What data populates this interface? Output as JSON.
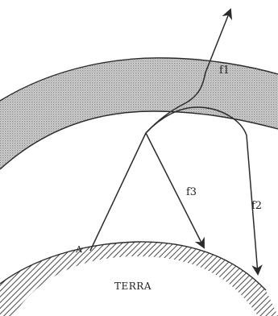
{
  "labels": {
    "f1": "f1",
    "f2": "f2",
    "f3": "f3",
    "point_a": "A",
    "earth": "TERRA"
  },
  "colors": {
    "ink": "#2b2b2b",
    "layer_fill": "#c9c9c9",
    "earth_hatch": "#555555",
    "background": "#ffffff"
  }
}
